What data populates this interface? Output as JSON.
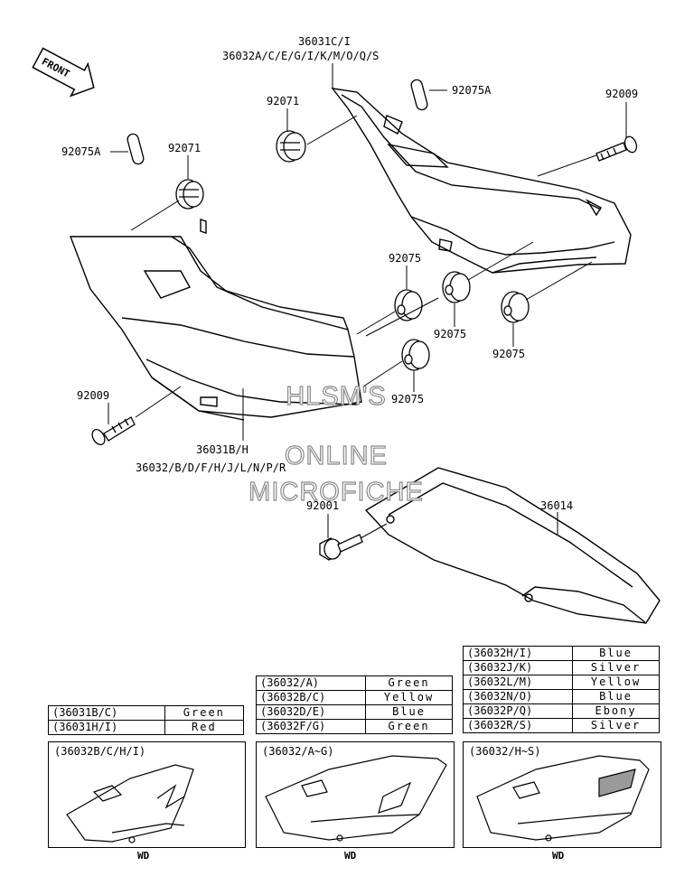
{
  "front_arrow": {
    "label": "FRONT"
  },
  "part_labels": [
    {
      "id": "l1",
      "text": "36031C/I"
    },
    {
      "id": "l2",
      "text": "36032A/C/E/G/I/K/M/O/Q/S"
    },
    {
      "id": "l3",
      "text": "92075A"
    },
    {
      "id": "l4",
      "text": "92071"
    },
    {
      "id": "l5",
      "text": "92009"
    },
    {
      "id": "l6",
      "text": "92075A"
    },
    {
      "id": "l7",
      "text": "92071"
    },
    {
      "id": "l8",
      "text": "92075"
    },
    {
      "id": "l9",
      "text": "92075"
    },
    {
      "id": "l10",
      "text": "92075"
    },
    {
      "id": "l11",
      "text": "92075"
    },
    {
      "id": "l12",
      "text": "92009"
    },
    {
      "id": "l13",
      "text": "36031B/H"
    },
    {
      "id": "l14",
      "text": "36032/B/D/F/H/J/L/N/P/R"
    },
    {
      "id": "l15",
      "text": "92001"
    },
    {
      "id": "l16",
      "text": "36014"
    }
  ],
  "watermark": {
    "line1": "HLSM'S",
    "line2": "ONLINE",
    "line3": "MICROFICHE"
  },
  "color_tables": {
    "table_a": [
      {
        "code": "(36031B/C)",
        "color": "Green"
      },
      {
        "code": "(36031H/I)",
        "color": "Red"
      }
    ],
    "table_b": [
      {
        "code": "(36032/A)",
        "color": "Green"
      },
      {
        "code": "(36032B/C)",
        "color": "Yellow"
      },
      {
        "code": "(36032D/E)",
        "color": "Blue"
      },
      {
        "code": "(36032F/G)",
        "color": "Green"
      }
    ],
    "table_c": [
      {
        "code": "(36032H/I)",
        "color": "Blue"
      },
      {
        "code": "(36032J/K)",
        "color": "Silver"
      },
      {
        "code": "(36032L/M)",
        "color": "Yellow"
      },
      {
        "code": "(36032N/O)",
        "color": "Blue"
      },
      {
        "code": "(36032P/Q)",
        "color": "Ebony"
      },
      {
        "code": "(36032R/S)",
        "color": "Silver"
      }
    ]
  },
  "variant_boxes": [
    {
      "caption": "(36032B/C/H/I)",
      "footer": "WD"
    },
    {
      "caption": "(36032/A~G)",
      "footer": "WD"
    },
    {
      "caption": "(36032/H~S)",
      "footer": "WD"
    }
  ]
}
